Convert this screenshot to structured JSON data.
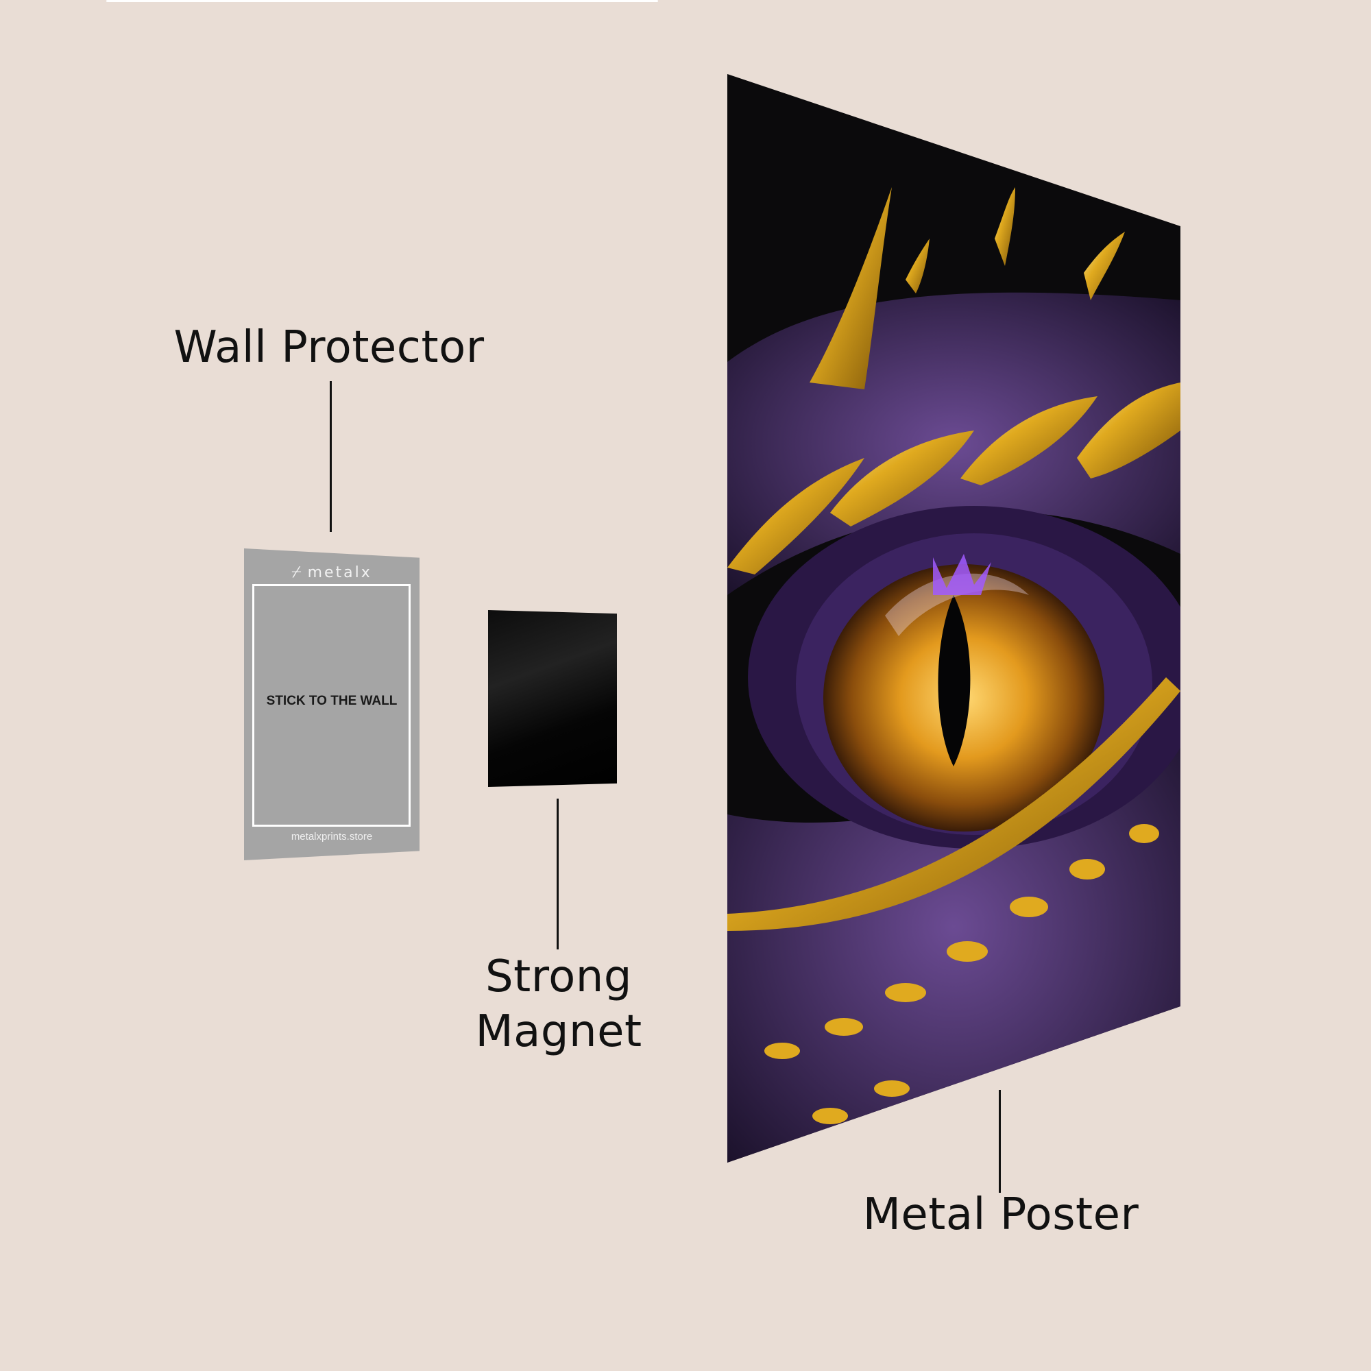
{
  "labels": {
    "wall_protector": "Wall Protector",
    "strong_magnet": "Strong Magnet",
    "metal_poster": "Metal Poster"
  },
  "wall_protector_card": {
    "brand": "metalx",
    "instruction": "STICK TO THE WALL",
    "url": "metalxprints.store"
  },
  "colors": {
    "background": "#e9ddd5",
    "label_text": "#111111",
    "protector_gray": "#a5a5a5",
    "magnet_black": "#000000",
    "dragon_purple": "#5a3a86",
    "dragon_gold": "#d9a41a"
  },
  "icons": {
    "brand_logo": "metalx-logo-icon"
  }
}
